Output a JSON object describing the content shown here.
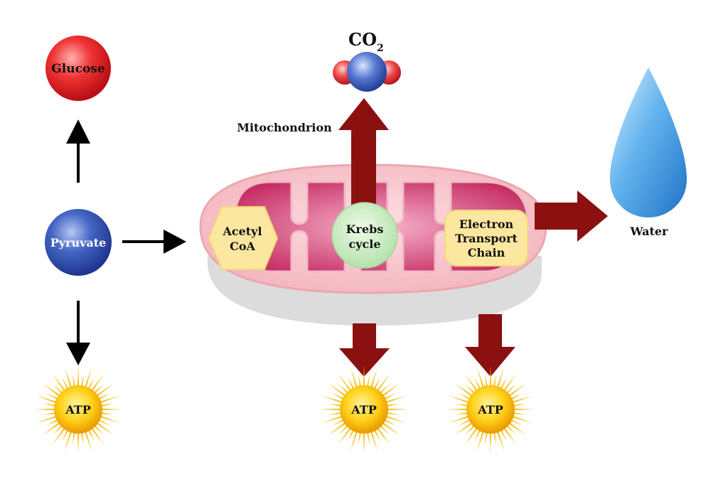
{
  "nodes": {
    "glucose": "Glucose",
    "pyruvate": "Pyruvate",
    "atp_left": "ATP",
    "atp_center": "ATP",
    "atp_right": "ATP",
    "co2_main": "CO",
    "co2_sub": "2",
    "mitochondrion": "Mitochondrion",
    "acetyl_line1": "Acetyl",
    "acetyl_line2": "CoA",
    "krebs_line1": "Krebs",
    "krebs_line2": "cycle",
    "etc_line1": "Electron",
    "etc_line2": "Transport",
    "etc_line3": "Chain",
    "water": "Water"
  },
  "colors": {
    "glucose": "#e8202a",
    "pyruvate": "#2f4fae",
    "atp": "#f5b800",
    "dark_red_arrow": "#8b1010",
    "mitochondrion_outer": "#f6c4c8",
    "mitochondrion_inner": "#d84a78",
    "krebs": "#c5ecc0",
    "acetyl": "#fbe7a0",
    "etc": "#fbe7a0",
    "water": "#4aa3e8"
  }
}
